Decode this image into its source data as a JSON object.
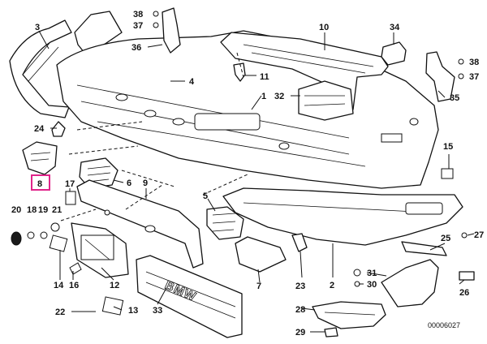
{
  "diagram": {
    "callouts": {
      "p1": "1",
      "p2": "2",
      "p3": "3",
      "p4": "4",
      "p5": "5",
      "p6": "6",
      "p7": "7",
      "p8": "8",
      "p9": "9",
      "p10": "10",
      "p11": "11",
      "p12": "12",
      "p13": "13",
      "p14": "14",
      "p15": "15",
      "p16": "16",
      "p17": "17",
      "p18": "18",
      "p19": "19",
      "p20": "20",
      "p21": "21",
      "p22": "22",
      "p23": "23",
      "p24": "24",
      "p25": "25",
      "p26": "26",
      "p27": "27",
      "p28": "28",
      "p29": "29",
      "p30": "30",
      "p31": "31",
      "p32": "32",
      "p33": "33",
      "p34": "34",
      "p35": "35",
      "p36": "36",
      "p37a": "37",
      "p37b": "37",
      "p38a": "38",
      "p38b": "38"
    },
    "highlighted_callout": "8",
    "highlight_color": "#e0248a",
    "grille_brand_text": "BMW",
    "drawing_number": "00006027"
  }
}
